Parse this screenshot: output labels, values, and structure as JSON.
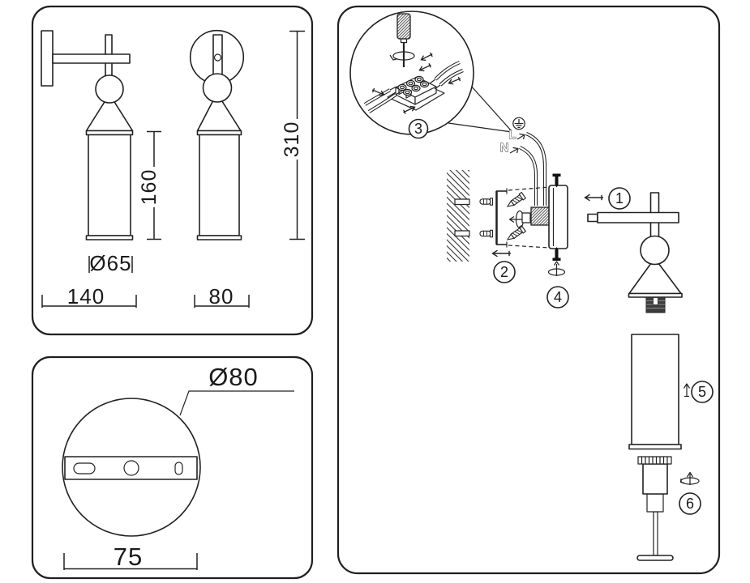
{
  "colors": {
    "background": "#ffffff",
    "line": "#222222",
    "panel_border": "#1f1f1f",
    "socket_fill": "#3d3d3d"
  },
  "panels": {
    "dimensions": {
      "shade_height": "160",
      "total_height": "310",
      "shade_diameter": "Ø65",
      "fixture_depth": "140",
      "fixture_width": "80"
    },
    "base_plate": {
      "plate_diameter": "Ø80",
      "mount_spacing": "75"
    },
    "installation": {
      "steps": [
        "1",
        "2",
        "3",
        "4",
        "5",
        "6"
      ],
      "wire_live": "L",
      "wire_neutral": "N"
    }
  }
}
